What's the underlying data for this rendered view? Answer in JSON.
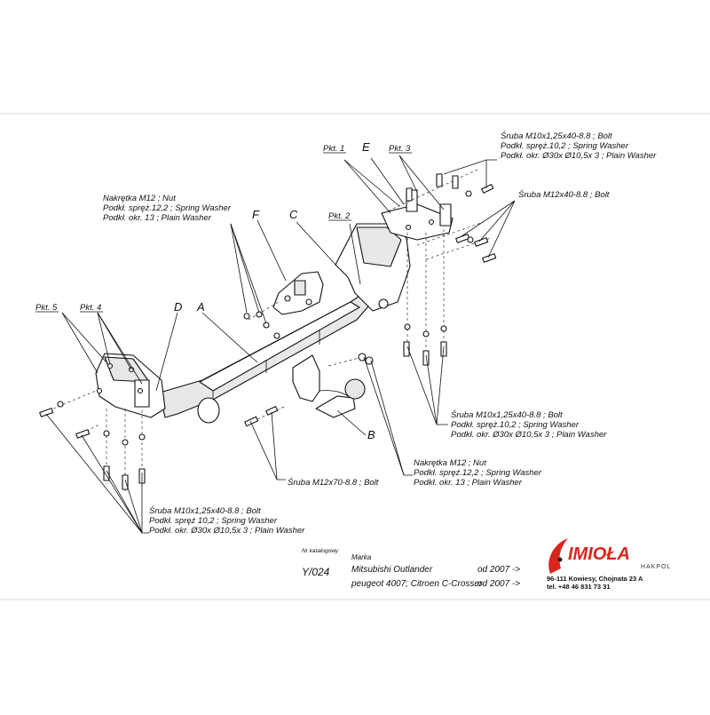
{
  "labels": {
    "pkt1": "Pkt. 1",
    "e": "E",
    "pkt3": "Pkt. 3",
    "pkt2": "Pkt. 2",
    "c": "C",
    "f": "F",
    "pkt5": "Pkt. 5",
    "pkt4": "Pkt. 4",
    "d": "D",
    "a": "A",
    "b": "B"
  },
  "callouts": {
    "top_right_bolt": [
      "Śruba M10x1,25x40-8.8 ;  Bolt",
      "Podkł. spręż.10,2 ; Spring Washer",
      "Podkł. okr.  Ø30x Ø10,5x 3 ; Plain Washer"
    ],
    "right_bolt": "Śruba M12x40-8.8 ;  Bolt",
    "top_left_nut": [
      "Nakrętka  M12 ; Nut",
      "Podkł. spręż.12,2 ; Spring Washer",
      "Podkł. okr. 13 ; Plain Washer"
    ],
    "mid_right_bolt": [
      "Śruba M10x1,25x40-8.8 ;  Bolt",
      "Podkł. spręż.10,2 ; Spring Washer",
      "Podkł. okr.  Ø30x Ø10,5x 3 ; Plain Washer"
    ],
    "center_nut": [
      "Nakrętka  M12 ; Nut",
      "Podkł. spręż.12,2 ; Spring Washer",
      "Podkł. okr. 13 ; Plain Washer"
    ],
    "center_bolt": "Śruba M12x70-8.8 ;  Bolt",
    "bottom_left_bolt": [
      "Śruba M10x1,25x40-8.8 ;  Bolt",
      "Podkł. spręż 10,2 ; Spring Washer",
      "Podkł. okr.  Ø30x Ø10,5x 3 ; Plain Washer"
    ]
  },
  "catalog": {
    "nr_label": "Nr katalogowy",
    "nr_value": "Y/024",
    "marka_label": "Marka",
    "vehicles": [
      {
        "name": "Mitsubishi Outlander",
        "from": "od  2007 ->"
      },
      {
        "name": "peugeot 4007; Citroen C-Crosser",
        "from": "od  2007 ->"
      }
    ]
  },
  "brand": {
    "logo_text": "IMIOŁA",
    "logo_sub": "HAKPOL",
    "address": "96-111 Kowiesy, Chojnata 23 A",
    "phone": "tel. +48 46 831 73 31",
    "logo_color": "#d9261c"
  }
}
